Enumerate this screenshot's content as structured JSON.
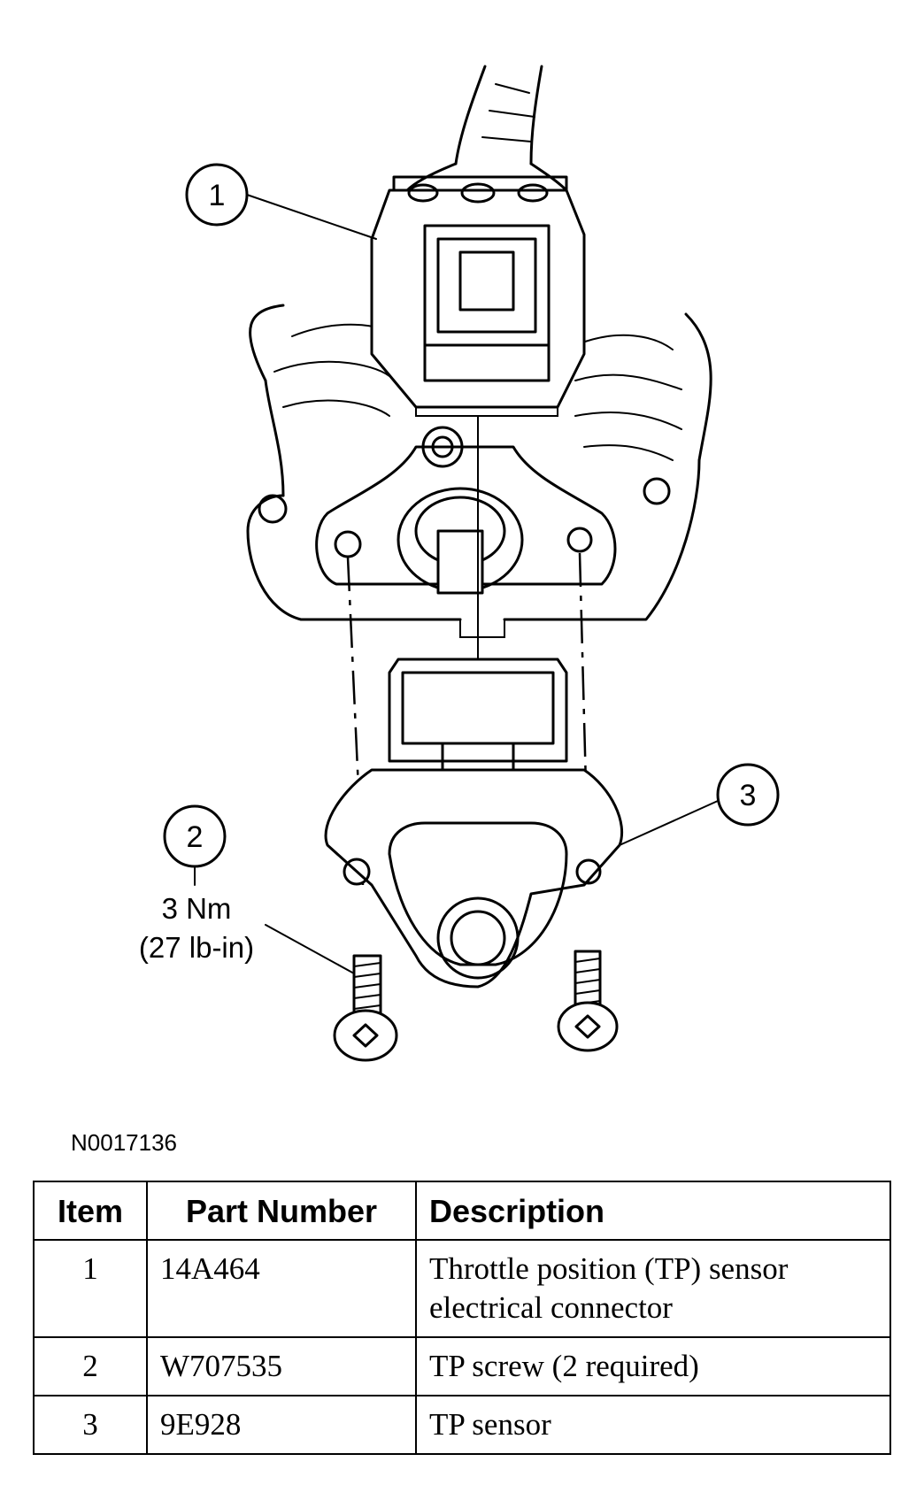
{
  "callouts": [
    {
      "number": "1"
    },
    {
      "number": "2",
      "torque_nm": "3 Nm",
      "torque_lbin": "(27 lb-in)"
    },
    {
      "number": "3"
    }
  ],
  "figure_id": "N0017136",
  "table": {
    "headers": [
      "Item",
      "Part Number",
      "Description"
    ],
    "rows": [
      {
        "item": "1",
        "part_number": "14A464",
        "description": "Throttle position (TP) sensor electrical connector"
      },
      {
        "item": "2",
        "part_number": "W707535",
        "description": "TP screw (2 required)"
      },
      {
        "item": "3",
        "part_number": "9E928",
        "description": "TP sensor"
      }
    ]
  }
}
